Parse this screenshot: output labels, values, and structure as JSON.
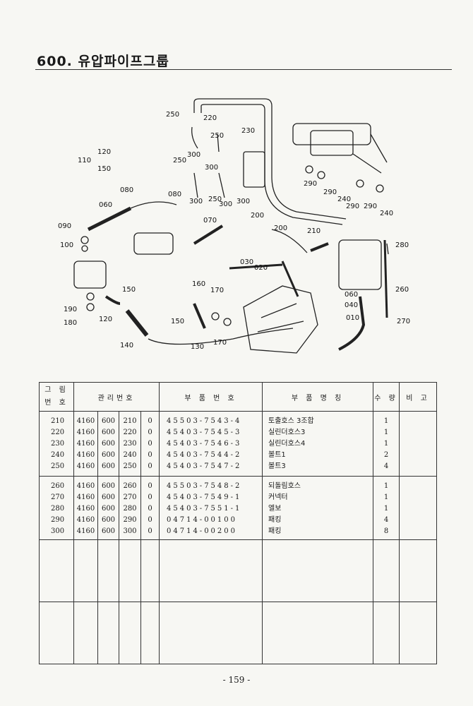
{
  "page_title": "600. 유압파이프그룹",
  "page_number": "- 159 -",
  "diagram": {
    "labels": [
      "250",
      "220",
      "250",
      "230",
      "110",
      "120",
      "150",
      "250",
      "300",
      "300",
      "290",
      "290",
      "240",
      "290",
      "290",
      "240",
      "300",
      "250",
      "300",
      "300",
      "080",
      "080",
      "060",
      "090",
      "100",
      "070",
      "200",
      "200",
      "210",
      "280",
      "030",
      "020",
      "160",
      "170",
      "150",
      "190",
      "180",
      "120",
      "140",
      "150",
      "130",
      "170",
      "060",
      "040",
      "010",
      "260",
      "270"
    ]
  },
  "table": {
    "headers": {
      "ref": "그 림\n번 호",
      "mgmt": "관리번호",
      "part_no": "부 품 번 호",
      "part_name": "부 품 명 칭",
      "qty": "수 량",
      "remarks": "비 고"
    },
    "groups": [
      {
        "rows": [
          {
            "ref": "210",
            "m1": "4160",
            "m2": "600",
            "m3": "210",
            "m4": "0",
            "part_no": "45503-7543-4",
            "name": "토출호스 3조합",
            "qty": "1"
          },
          {
            "ref": "220",
            "m1": "4160",
            "m2": "600",
            "m3": "220",
            "m4": "0",
            "part_no": "45403-7545-3",
            "name": "실린더호스3",
            "qty": "1"
          },
          {
            "ref": "230",
            "m1": "4160",
            "m2": "600",
            "m3": "230",
            "m4": "0",
            "part_no": "45403-7546-3",
            "name": "실린더호스4",
            "qty": "1"
          },
          {
            "ref": "240",
            "m1": "4160",
            "m2": "600",
            "m3": "240",
            "m4": "0",
            "part_no": "45403-7544-2",
            "name": "볼트1",
            "qty": "2"
          },
          {
            "ref": "250",
            "m1": "4160",
            "m2": "600",
            "m3": "250",
            "m4": "0",
            "part_no": "45403-7547-2",
            "name": "볼트3",
            "qty": "4"
          }
        ]
      },
      {
        "rows": [
          {
            "ref": "260",
            "m1": "4160",
            "m2": "600",
            "m3": "260",
            "m4": "0",
            "part_no": "45503-7548-2",
            "name": "되돌림호스",
            "qty": "1"
          },
          {
            "ref": "270",
            "m1": "4160",
            "m2": "600",
            "m3": "270",
            "m4": "0",
            "part_no": "45403-7549-1",
            "name": "커넥터",
            "qty": "1"
          },
          {
            "ref": "280",
            "m1": "4160",
            "m2": "600",
            "m3": "280",
            "m4": "0",
            "part_no": "45403-7551-1",
            "name": "엘보",
            "qty": "1"
          },
          {
            "ref": "290",
            "m1": "4160",
            "m2": "600",
            "m3": "290",
            "m4": "0",
            "part_no": "04714-00100",
            "name": "패킹",
            "qty": "4"
          },
          {
            "ref": "300",
            "m1": "4160",
            "m2": "600",
            "m3": "300",
            "m4": "0",
            "part_no": "04714-00200",
            "name": "패킹",
            "qty": "8"
          }
        ]
      }
    ]
  }
}
